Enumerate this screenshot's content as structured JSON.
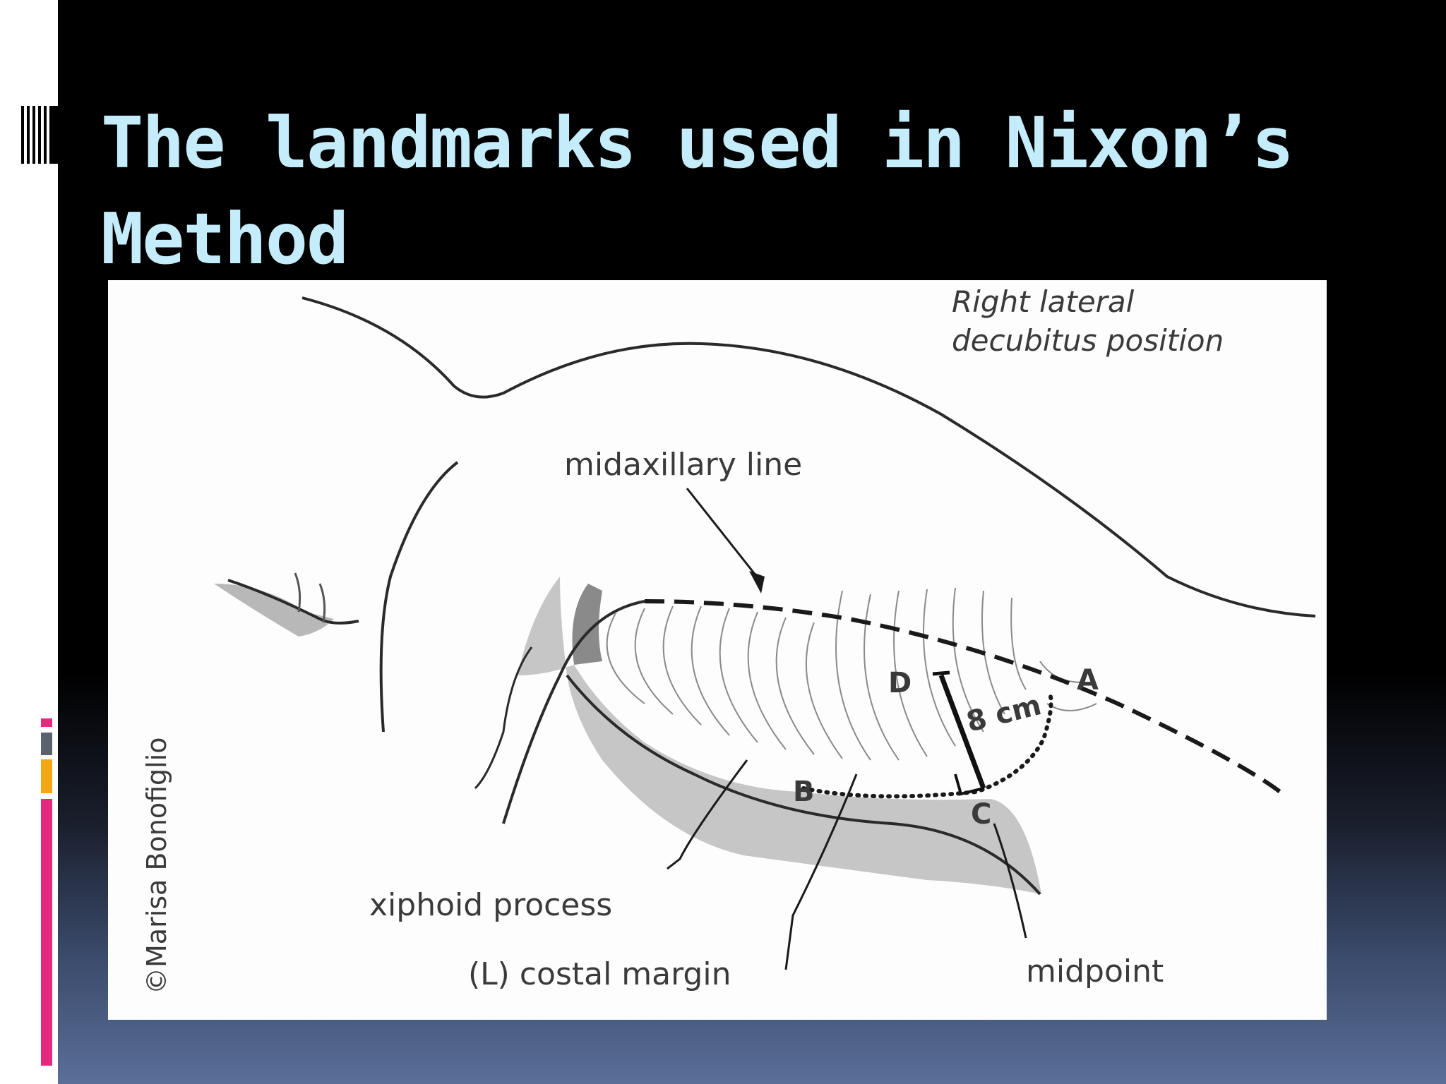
{
  "slide": {
    "title": "The landmarks used in Nixon’s Method"
  },
  "diagram": {
    "position_note": "Right lateral decubitus position",
    "position_note_line1": "Right lateral",
    "position_note_line2": "decubitus position",
    "labels": {
      "midaxillary_line": "midaxillary line",
      "xiphoid_process": "xiphoid process",
      "costal_margin": "(L) costal margin",
      "midpoint": "midpoint",
      "distance": "8 cm",
      "point_a": "A",
      "point_b": "B",
      "point_c": "C",
      "point_d": "D"
    },
    "credit": "©Marisa Bonofiglio"
  },
  "colors": {
    "title": "#c4ecfa",
    "accent_pink": "#e5297c",
    "accent_gray": "#5a6270",
    "accent_orange": "#f3a712"
  }
}
